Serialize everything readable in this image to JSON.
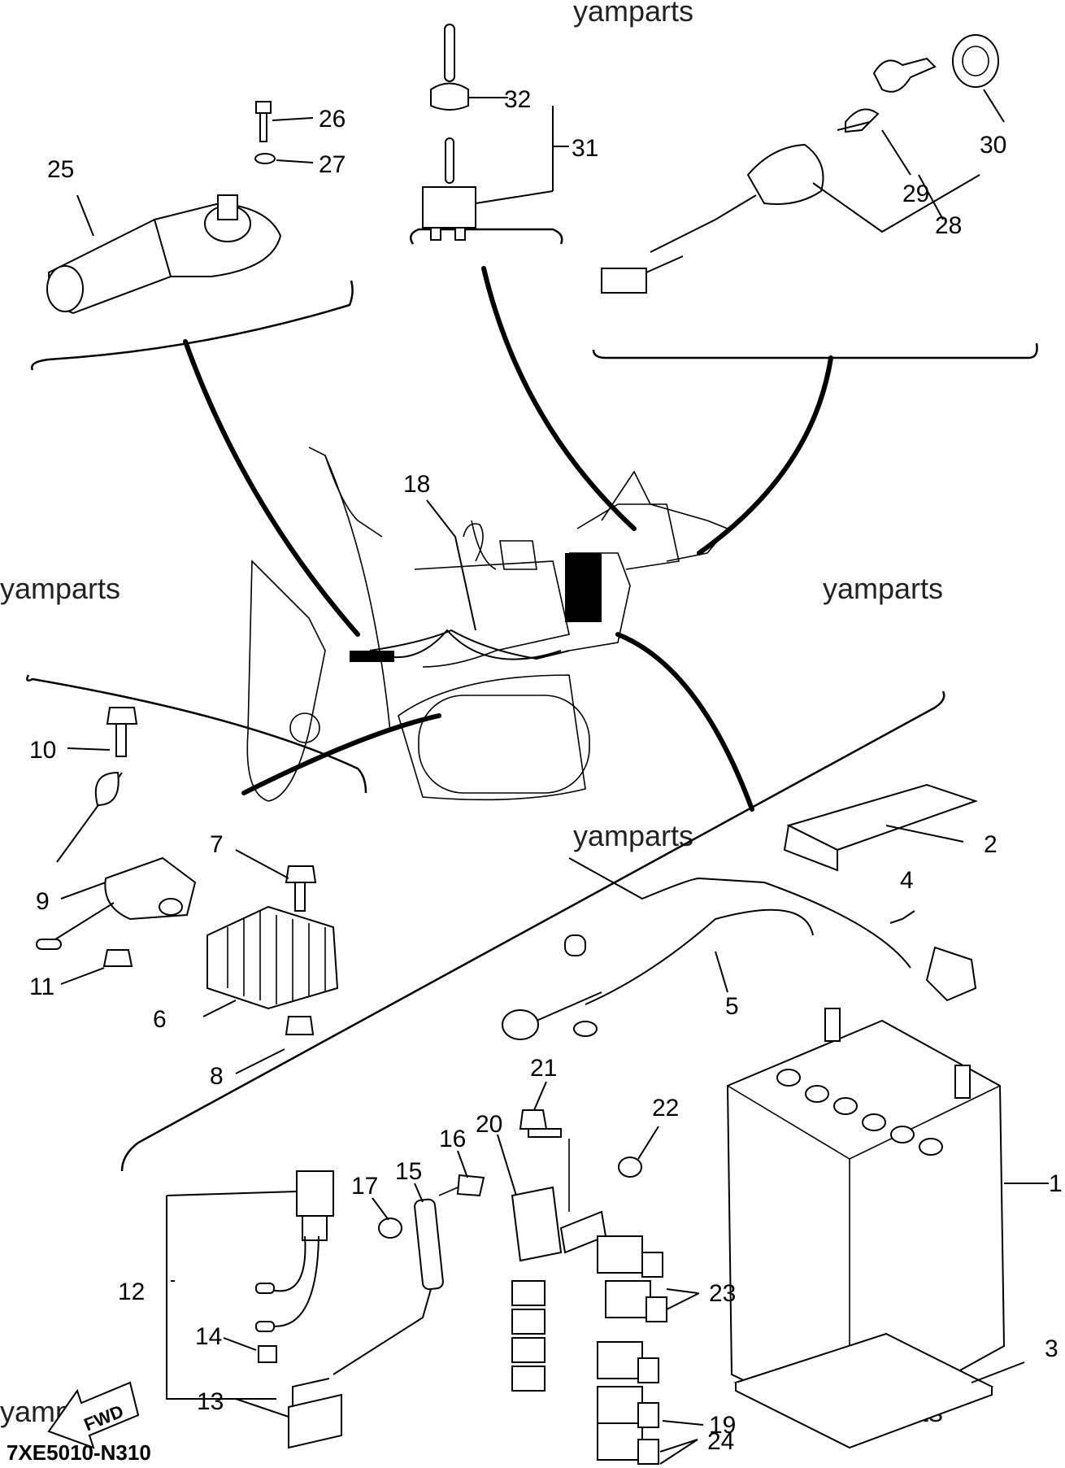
{
  "watermark": "yamparts",
  "drawing_code": "7XE5010-N310",
  "fwd_label": "FWD",
  "callouts": {
    "c1": "1",
    "c2": "2",
    "c3": "3",
    "c4": "4",
    "c5": "5",
    "c6": "6",
    "c7": "7",
    "c8": "8",
    "c9": "9",
    "c10": "10",
    "c11": "11",
    "c12": "12",
    "c13": "13",
    "c14": "14",
    "c15": "15",
    "c16": "16",
    "c17": "17",
    "c18": "18",
    "c19": "19",
    "c20": "20",
    "c21": "21",
    "c22": "22",
    "c23": "23",
    "c24": "24",
    "c25": "25",
    "c26": "26",
    "c27": "27",
    "c28": "28",
    "c29": "29",
    "c30": "30",
    "c31": "31",
    "c32": "32"
  }
}
